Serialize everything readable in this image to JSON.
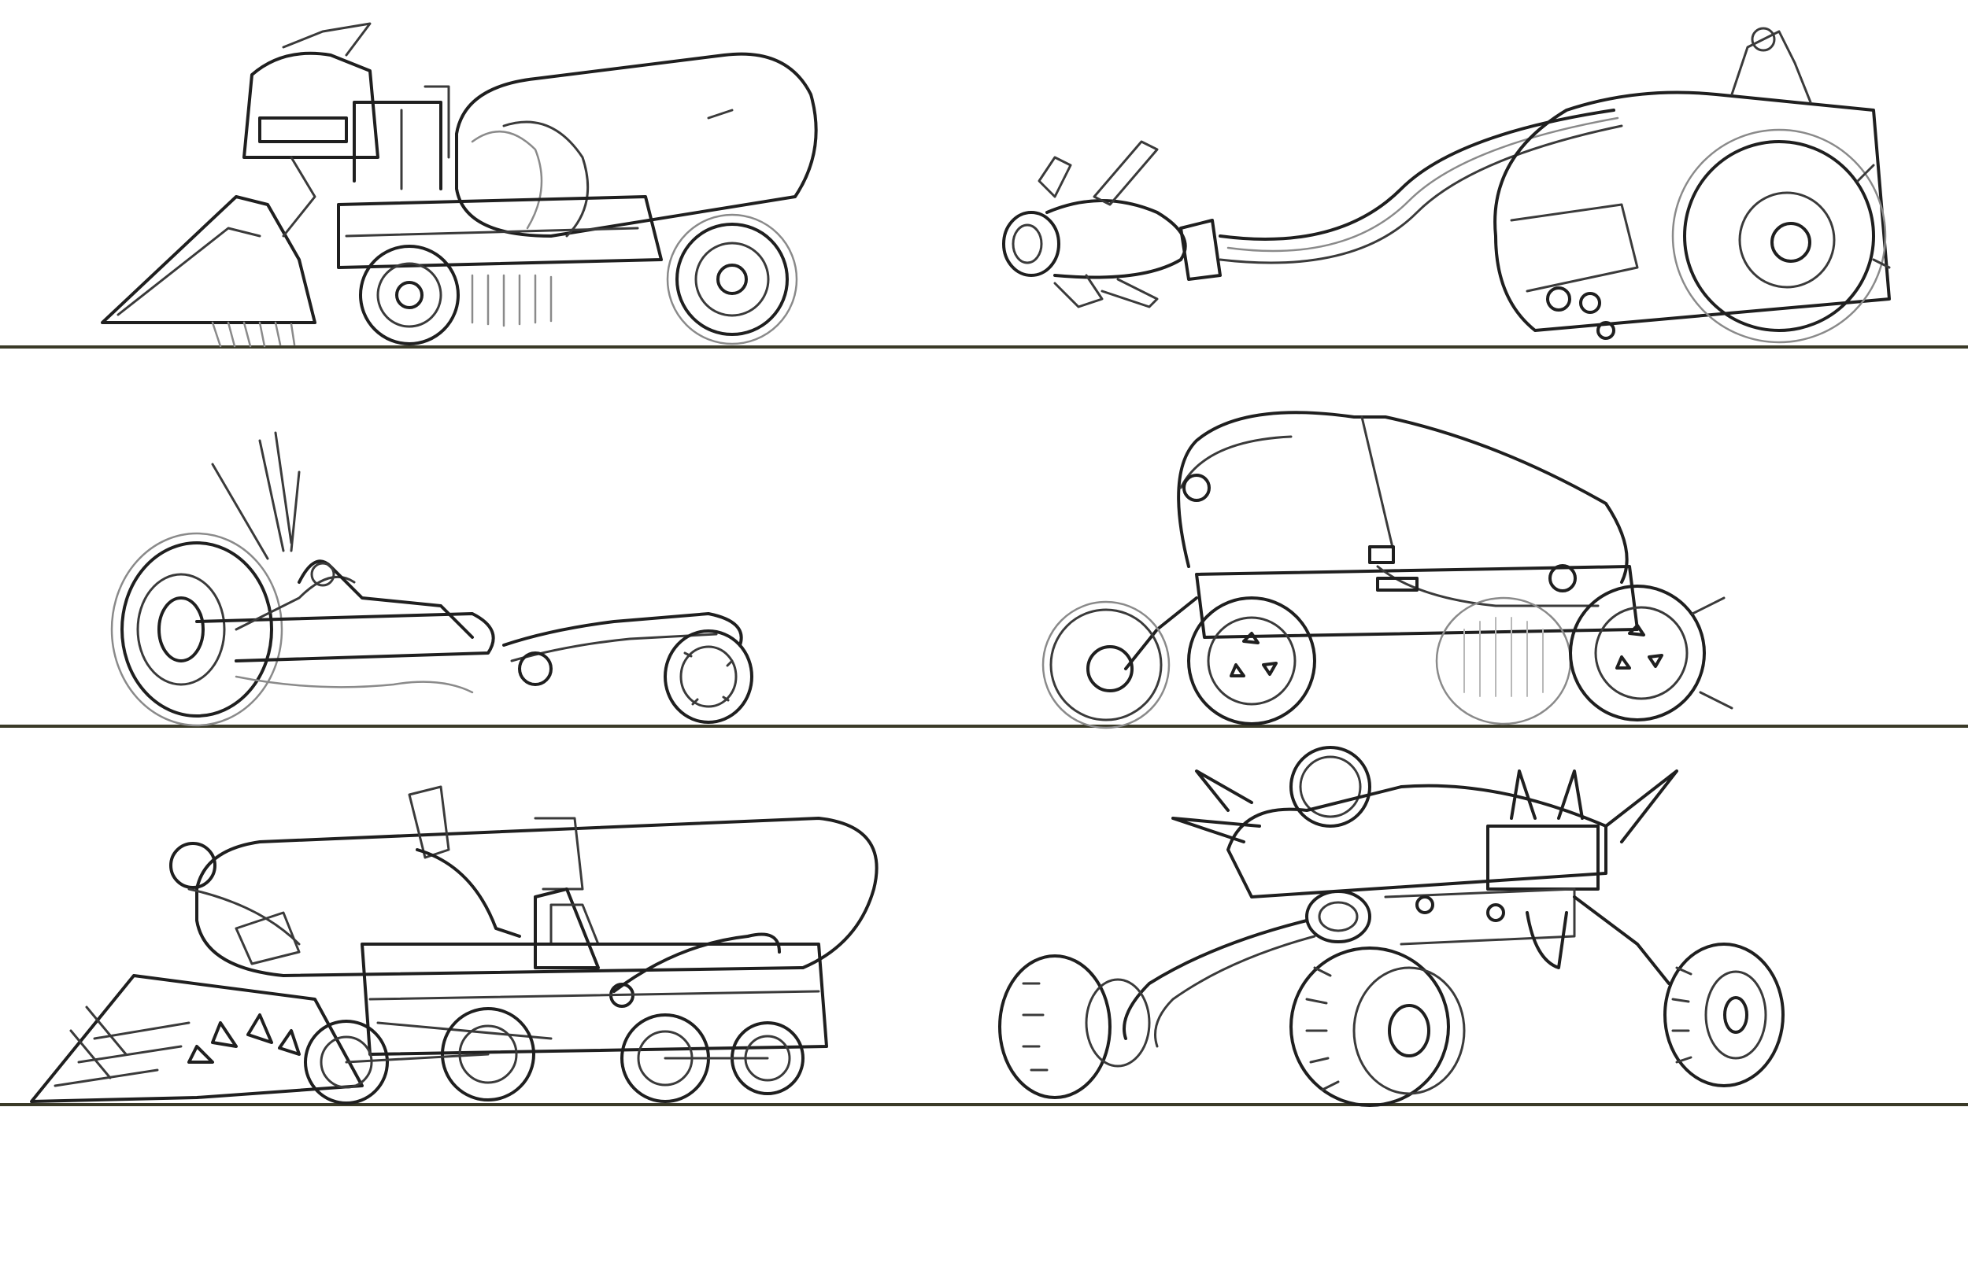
{
  "sheet": {
    "background": "#ffffff",
    "ground_line_color": "#3a3a28",
    "ink_color": "#1f1f1f",
    "rows": [
      {
        "vehicles": [
          "harvester-cab-tanker",
          "cannon-tow-wheel-vehicle"
        ]
      },
      {
        "vehicles": [
          "recumbent-trike",
          "walker-buggy"
        ]
      },
      {
        "vehicles": [
          "long-tanker-harvester",
          "spiked-off-road-rover"
        ]
      }
    ]
  }
}
